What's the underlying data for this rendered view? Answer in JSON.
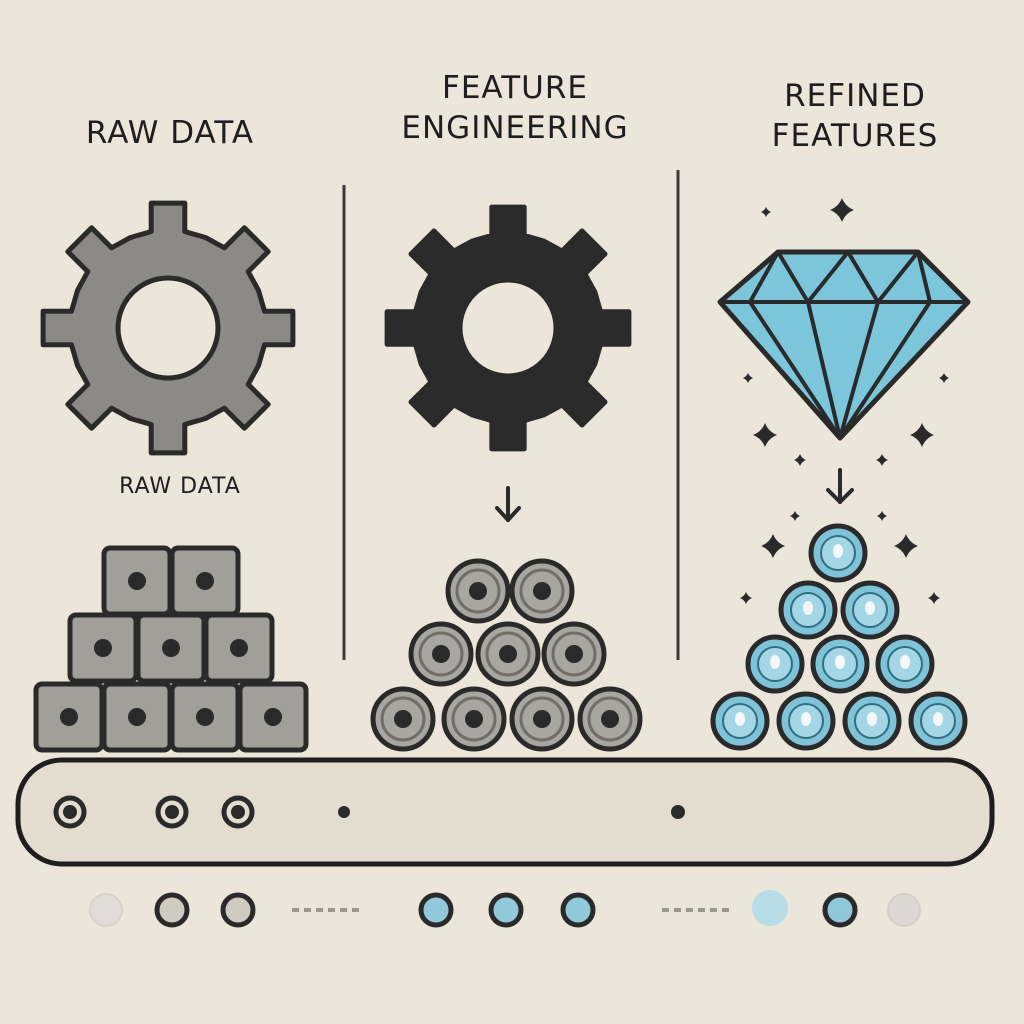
{
  "headings": {
    "raw": "RAW DATA",
    "feature": {
      "line1": "FEATURE",
      "line2": "ENGINEERING"
    },
    "refined": {
      "line1": "REFINED",
      "line2": "FEATURES"
    }
  },
  "sublabel": "RAW DATA",
  "icons": {
    "raw": "gear-icon",
    "feature": "gear-icon",
    "refined": "diamond-icon",
    "arrows": "arrow-down-icon",
    "sparkles": "sparkle-icon"
  },
  "colors": {
    "background": "#ebe6d9",
    "outline": "#2a2a2a",
    "gear_raw": "#8c8a86",
    "gear_feature": "#2b2b2b",
    "raw_block": "#a19f9a",
    "feature_cylinder": "#a8a6a1",
    "refined_sphere": "#7ec3d8",
    "diamond": "#7cc6dc",
    "conveyor": "#e2ddcf"
  }
}
